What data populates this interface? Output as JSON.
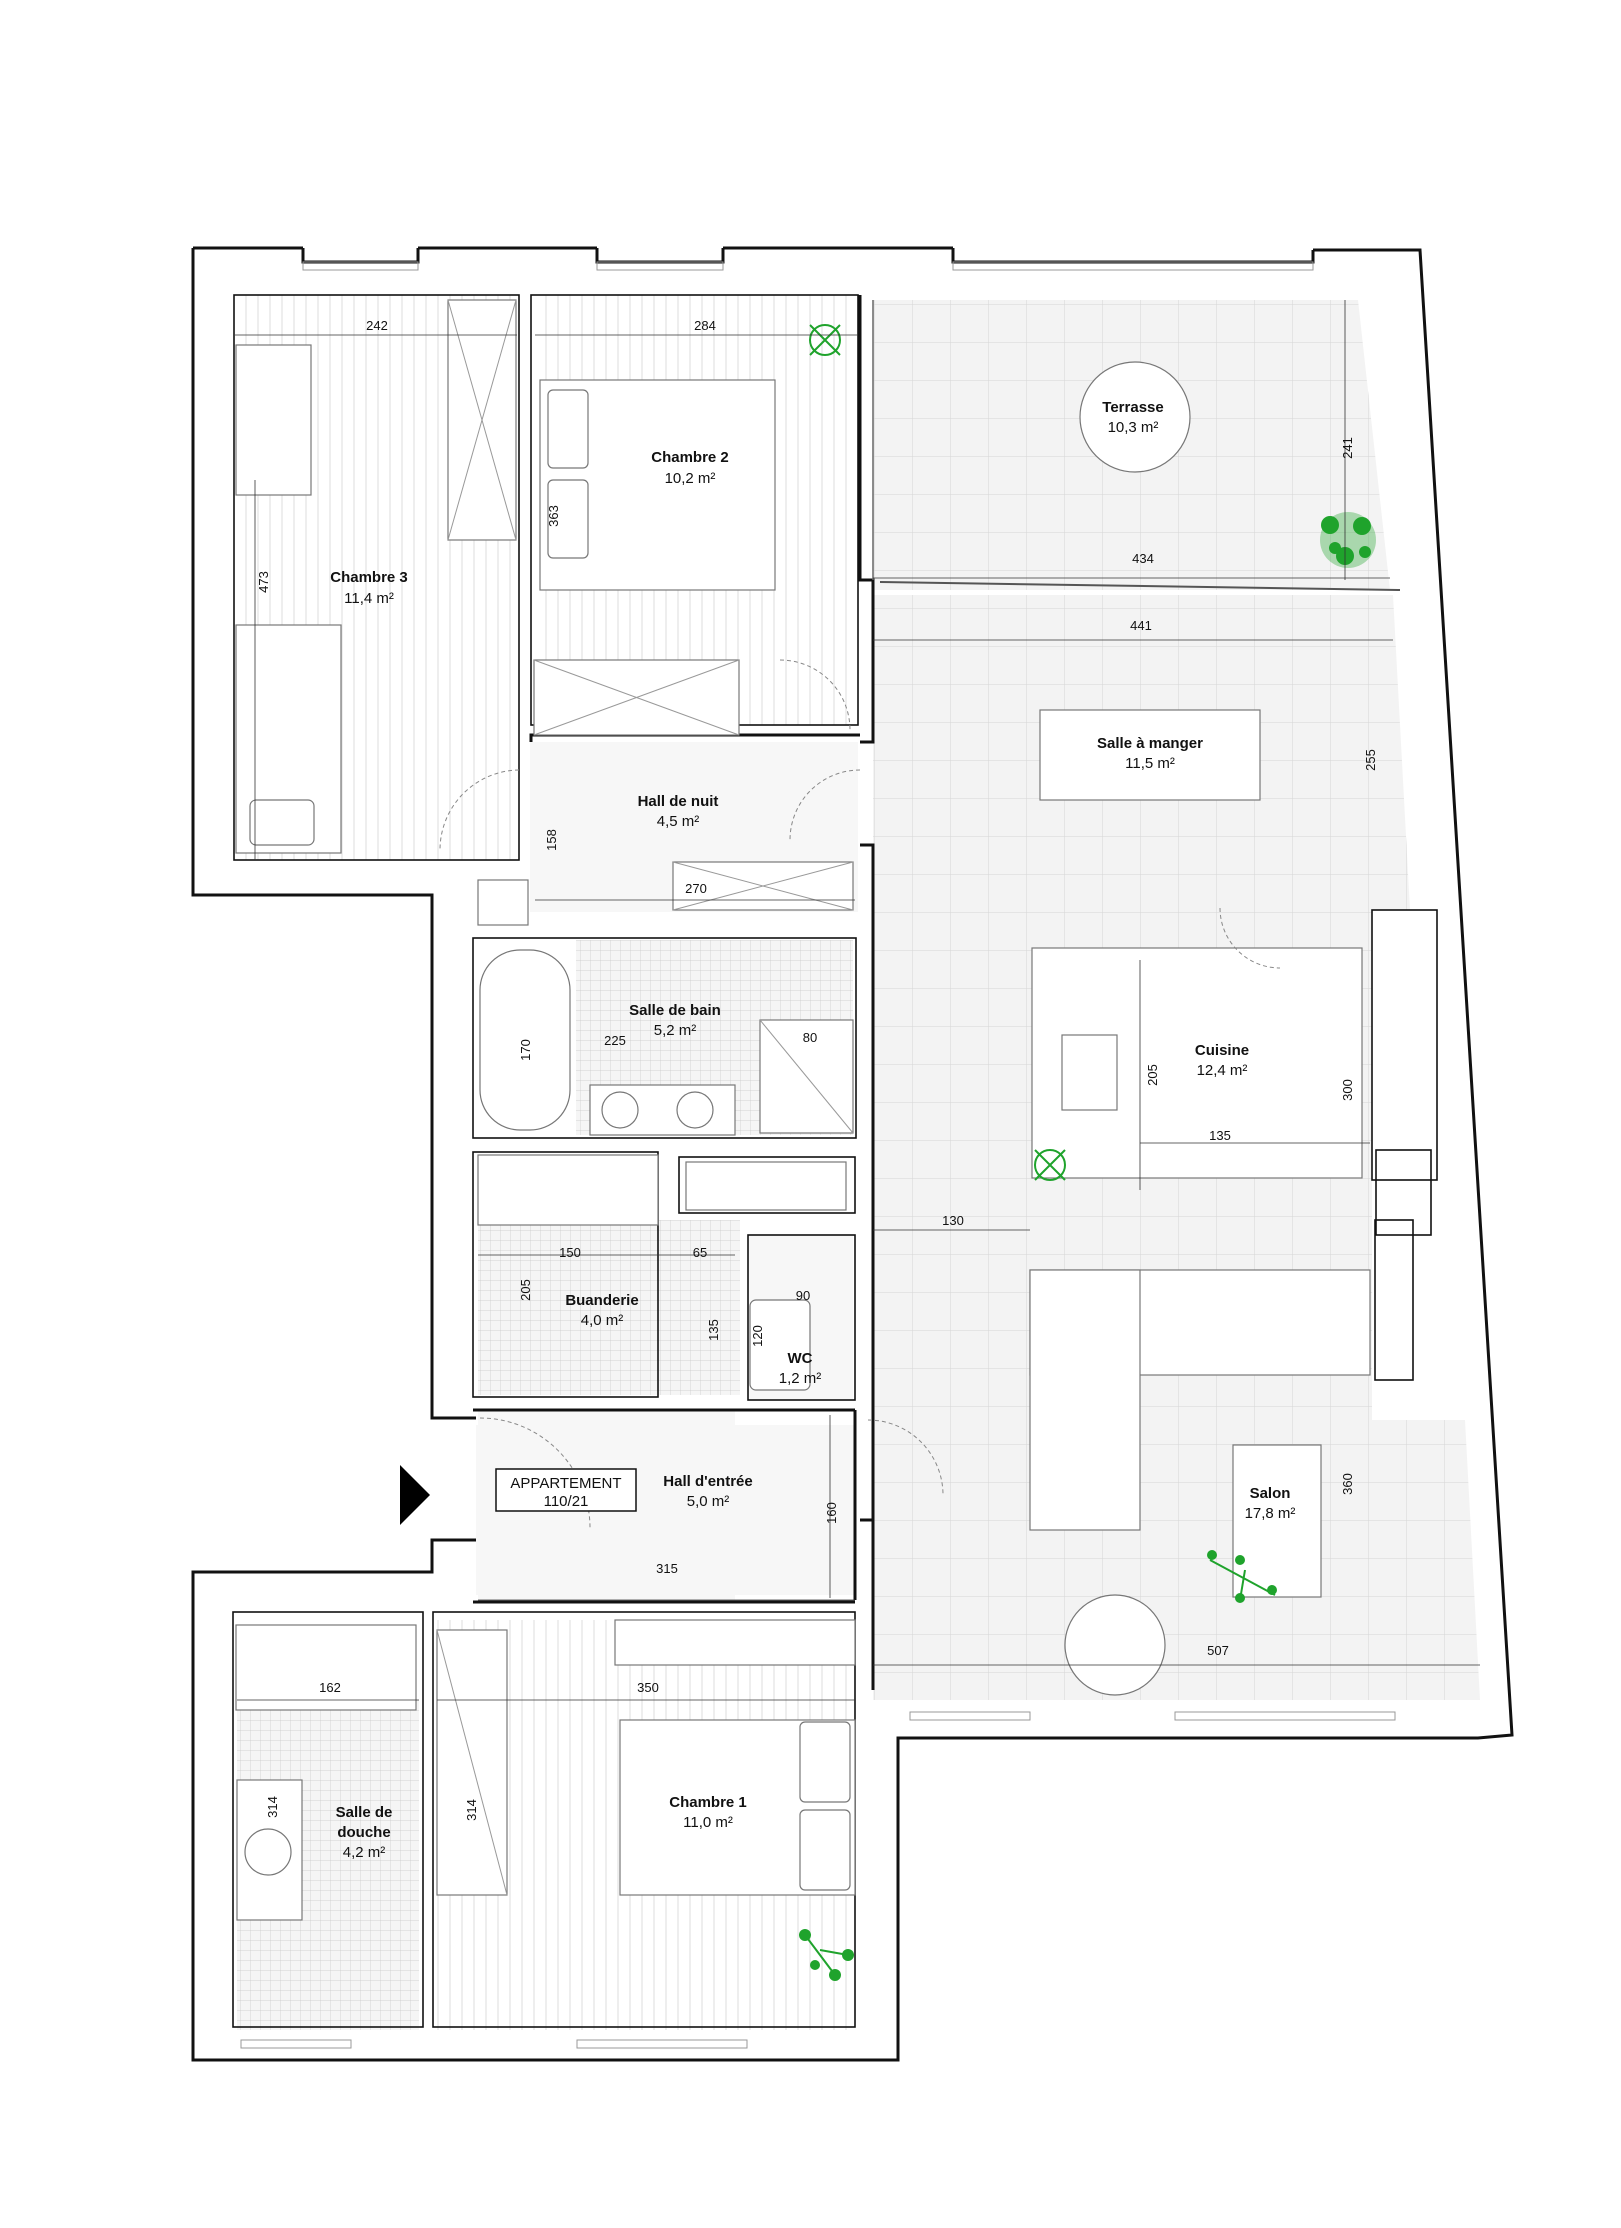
{
  "colors": {
    "wall": "#111111",
    "floor_light": "#f2f2f2",
    "tile_grid": "#d0d0d0",
    "plant": "#1fa32c",
    "entry_arrow": "#000000"
  },
  "rooms": {
    "chambre3": {
      "name": "Chambre 3",
      "area": "11,4 m²"
    },
    "chambre2": {
      "name": "Chambre 2",
      "area": "10,2 m²"
    },
    "terrasse": {
      "name": "Terrasse",
      "area": "10,3 m²"
    },
    "salle_a_manger": {
      "name": "Salle à manger",
      "area": "11,5 m²"
    },
    "hall_de_nuit": {
      "name": "Hall de nuit",
      "area": "4,5 m²"
    },
    "salle_de_bain": {
      "name": "Salle de bain",
      "area": "5,2 m²"
    },
    "cuisine": {
      "name": "Cuisine",
      "area": "12,4 m²"
    },
    "buanderie": {
      "name": "Buanderie",
      "area": "4,0 m²"
    },
    "wc": {
      "name": "WC",
      "area": "1,2 m²"
    },
    "hall_entree": {
      "name": "Hall d'entrée",
      "area": "5,0 m²"
    },
    "salon": {
      "name": "Salon",
      "area": "17,8 m²"
    },
    "salle_de_douche": {
      "name_line1": "Salle de",
      "name_line2": "douche",
      "area": "4,2 m²"
    },
    "chambre1": {
      "name": "Chambre 1",
      "area": "11,0 m²"
    }
  },
  "apartment_label": {
    "line1": "APPARTEMENT",
    "line2": "110/21"
  },
  "dimensions": {
    "d242": "242",
    "d284": "284",
    "d241": "241",
    "d434": "434",
    "d441": "441",
    "d473": "473",
    "d363": "363",
    "d255": "255",
    "d158": "158",
    "d270": "270",
    "d170": "170",
    "d225": "225",
    "d80": "80",
    "d205_kitchen": "205",
    "d300": "300",
    "d135_kitchen": "135",
    "d130": "130",
    "d150": "150",
    "d65": "65",
    "d205_laundry": "205",
    "d135_laundry": "135",
    "d90": "90",
    "d120": "120",
    "d360": "360",
    "d160": "160",
    "d315": "315",
    "d507": "507",
    "d162": "162",
    "d350": "350",
    "d314_shower": "314",
    "d314_bed": "314"
  }
}
